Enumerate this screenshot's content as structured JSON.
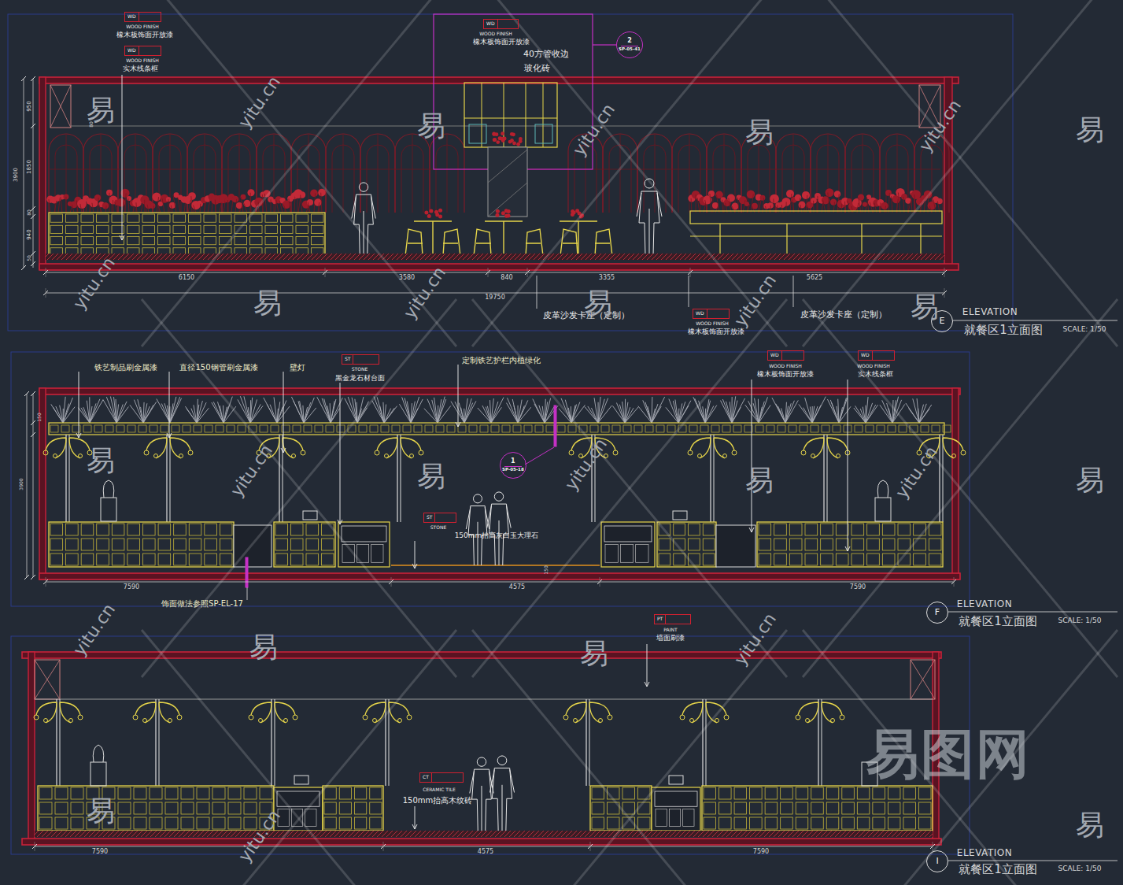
{
  "diagram": {
    "nodes": [
      {
        "text": [
          "WD"
        ]
      },
      {
        "text": [
          "WD"
        ]
      },
      {
        "text": [
          "WD"
        ]
      },
      {
        "text": [
          "2",
          "SP-05-41"
        ]
      },
      {
        "text": [
          "WD"
        ]
      },
      {
        "text": [
          "E"
        ]
      },
      {
        "text": [
          "ST"
        ]
      },
      {
        "text": [
          "WD"
        ]
      },
      {
        "text": [
          "WD"
        ]
      },
      {
        "text": [
          "1",
          "SP-05-18"
        ]
      },
      {
        "text": [
          "ST"
        ]
      },
      {
        "text": [
          "F"
        ]
      },
      {
        "text": [
          "PT"
        ]
      },
      {
        "text": [
          "CT"
        ]
      },
      {
        "text": [
          "I"
        ]
      }
    ],
    "labels": [
      "WOOD FINISH",
      "橡木板饰面开放漆",
      "WOOD FINISH",
      "实木线条框",
      "WOOD FINISH",
      "橡木板饰面开放漆",
      "40方管收边",
      "玻化砖",
      "950",
      "3900",
      "1850",
      "80",
      "940",
      "50",
      "80",
      "6150",
      "3580",
      "840",
      "3355",
      "5625",
      "19750",
      "皮革沙发卡座（定制）",
      "WOOD FINISH",
      "橡木板饰面开放漆",
      "皮革沙发卡座（定制）",
      "ELEVATION",
      "就餐区1立面图",
      "SCALE: 1/50",
      "铁艺制品刷金属漆",
      "直径150钢管刷金属漆",
      "壁灯",
      "STONE",
      "黑金龙石材台面",
      "定制铁艺护栏内植绿化",
      "WOOD FINISH",
      "橡木板饰面开放漆",
      "WOOD FINISH",
      "实木线条框",
      "STONE",
      "150mm抬高灰白玉大理石",
      "150",
      "3900",
      "150",
      "7590",
      "4575",
      "7590",
      "饰面做法参照SP-EL-17",
      "ELEVATION",
      "就餐区1立面图",
      "SCALE: 1/50",
      "PAINT",
      "墙面刷漆",
      "CERAMIC TILE",
      "150mm抬高木纹砖",
      "7590",
      "4575",
      "7590",
      "ELEVATION",
      "就餐区1立面图",
      "SCALE: 1/50",
      "易图网",
      "易",
      "易",
      "易",
      "易",
      "易",
      "易",
      "易",
      "易",
      "易",
      "易",
      "易",
      "易",
      "易",
      "易",
      "易",
      "yitu.cn",
      "yitu.cn",
      "yitu.cn",
      "yitu.cn",
      "yitu.cn",
      "yitu.cn",
      "yitu.cn",
      "yitu.cn",
      "yitu.cn",
      "yitu.cn",
      "yitu.cn",
      "yitu.cn"
    ]
  }
}
